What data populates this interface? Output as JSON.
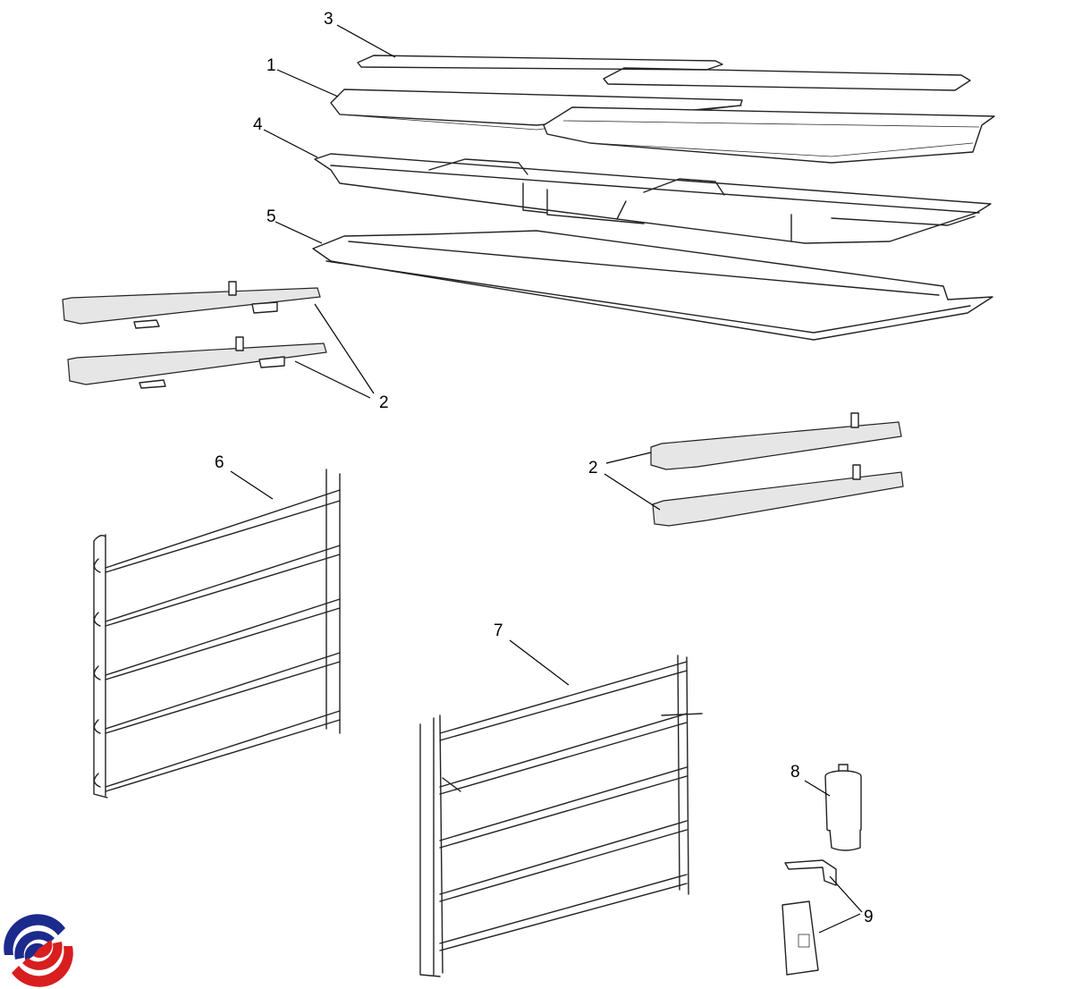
{
  "diagram": {
    "callouts": {
      "grid_mat": "3",
      "baking_tray": "1",
      "frame_rack": "4",
      "wire_shelf": "5",
      "runners_left": "2",
      "runners_right": "2",
      "side_rack_left": "6",
      "side_rack_right": "7",
      "foot": "8",
      "clip_and_plate": "9"
    },
    "logo": {
      "colors": {
        "blue": "#1c2a8c",
        "red": "#d81e1e"
      }
    }
  }
}
